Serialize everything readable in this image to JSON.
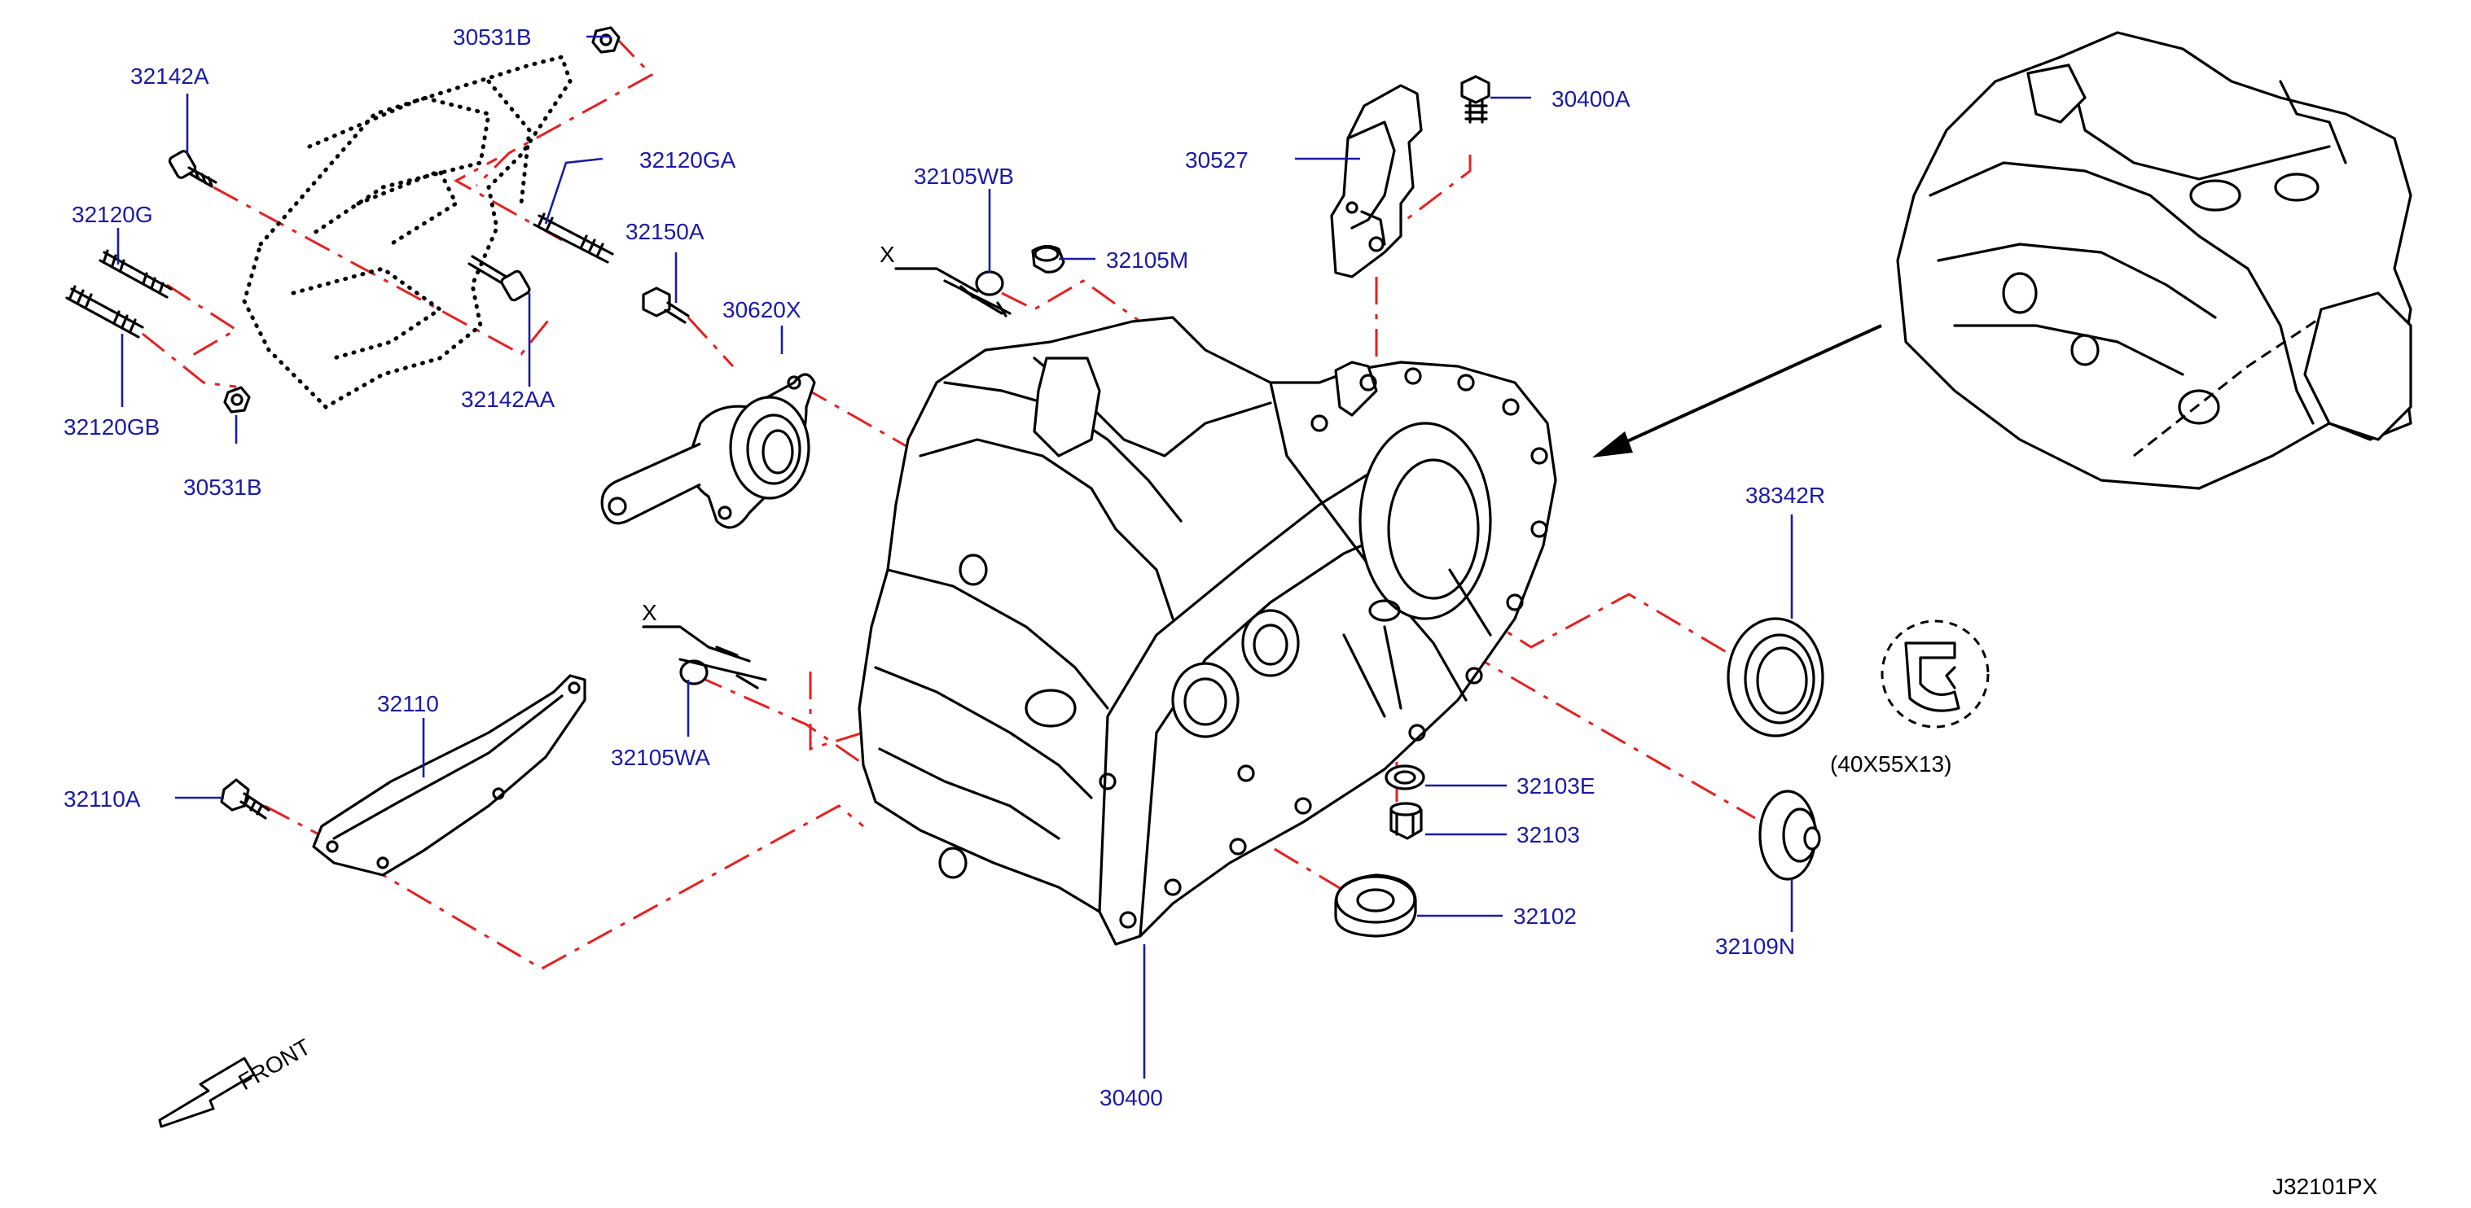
{
  "diagram_code": "J32101PX",
  "direction_label": "FRONT",
  "seal_size_note": "(40X55X13)",
  "section_markers": [
    "X",
    "X"
  ],
  "colors": {
    "label": "#1a1aa8",
    "leader": "#1a1aa8",
    "centerline": "#e52020",
    "outline": "#000000"
  },
  "parts": [
    {
      "id": "30531B_top",
      "label": "30531B"
    },
    {
      "id": "32142A",
      "label": "32142A"
    },
    {
      "id": "32120G",
      "label": "32120G"
    },
    {
      "id": "32120GB",
      "label": "32120GB"
    },
    {
      "id": "30531B_bottom",
      "label": "30531B"
    },
    {
      "id": "32120GA",
      "label": "32120GA"
    },
    {
      "id": "32150A",
      "label": "32150A"
    },
    {
      "id": "32142AA",
      "label": "32142AA"
    },
    {
      "id": "30620X",
      "label": "30620X"
    },
    {
      "id": "32105WB",
      "label": "32105WB"
    },
    {
      "id": "32105M",
      "label": "32105M"
    },
    {
      "id": "30527",
      "label": "30527"
    },
    {
      "id": "30400A",
      "label": "30400A"
    },
    {
      "id": "38342R",
      "label": "38342R"
    },
    {
      "id": "32110",
      "label": "32110"
    },
    {
      "id": "32110A",
      "label": "32110A"
    },
    {
      "id": "32105WA",
      "label": "32105WA"
    },
    {
      "id": "32103E",
      "label": "32103E"
    },
    {
      "id": "32103",
      "label": "32103"
    },
    {
      "id": "32102",
      "label": "32102"
    },
    {
      "id": "32109N",
      "label": "32109N"
    },
    {
      "id": "30400",
      "label": "30400"
    }
  ]
}
